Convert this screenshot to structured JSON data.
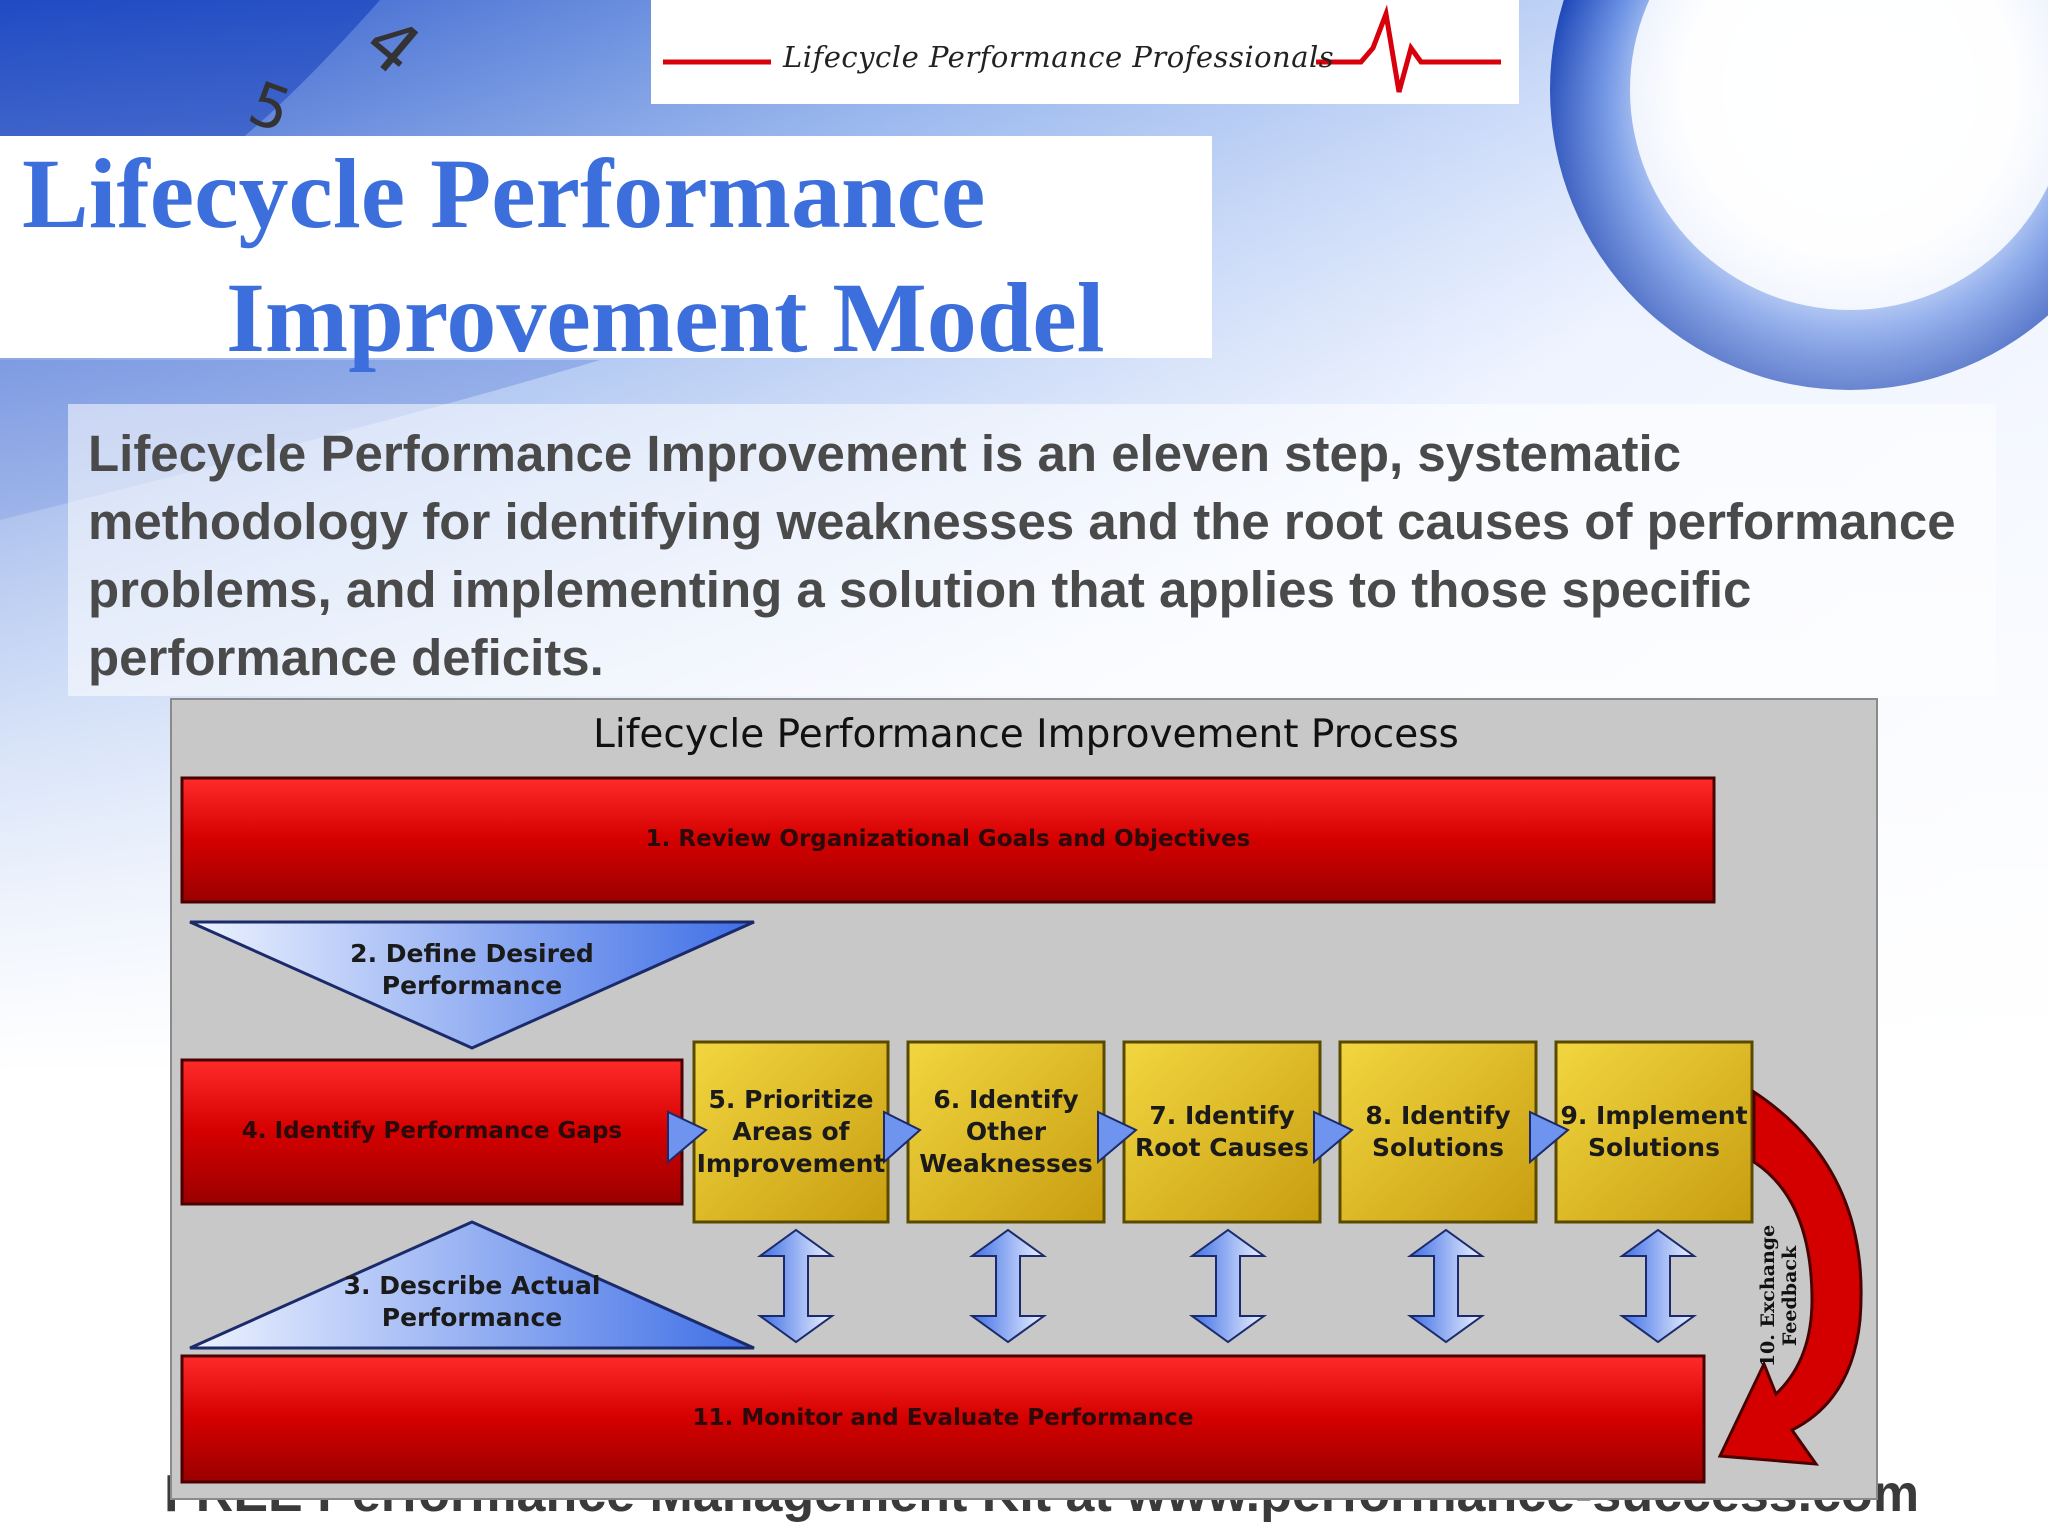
{
  "header": {
    "logo_text": "Lifecycle  Performance  Professionals"
  },
  "title": {
    "line1": "Lifecycle Performance",
    "line2": "Improvement Model"
  },
  "description": "Lifecycle Performance Improvement is an eleven step, systematic methodology for identifying weaknesses and the root causes of performance problems, and implementing a solution that applies to those specific performance deficits.",
  "diagram": {
    "title": "Lifecycle Performance Improvement Process",
    "step1": "1. Review Organizational Goals and Objectives",
    "step2": [
      "2. Define Desired",
      "Performance"
    ],
    "step3": [
      "3. Describe Actual",
      "Performance"
    ],
    "step4": "4. Identify Performance Gaps",
    "step5": [
      "5. Prioritize",
      "Areas of",
      "Improvement"
    ],
    "step6": [
      "6. Identify",
      "Other",
      "Weaknesses"
    ],
    "step7": [
      "7. Identify",
      "Root Causes"
    ],
    "step8": [
      "8. Identify",
      "Solutions"
    ],
    "step9": [
      "9. Implement",
      "Solutions"
    ],
    "step10": [
      "10. Exchange",
      "Feedback"
    ],
    "step11": "11. Monitor and Evaluate Performance",
    "colors": {
      "red": "#d40000",
      "yellow": "#e6c21a",
      "blue": "#7096f0"
    }
  },
  "footer": "FREE Performance Management Kit at www.performance-success.com"
}
